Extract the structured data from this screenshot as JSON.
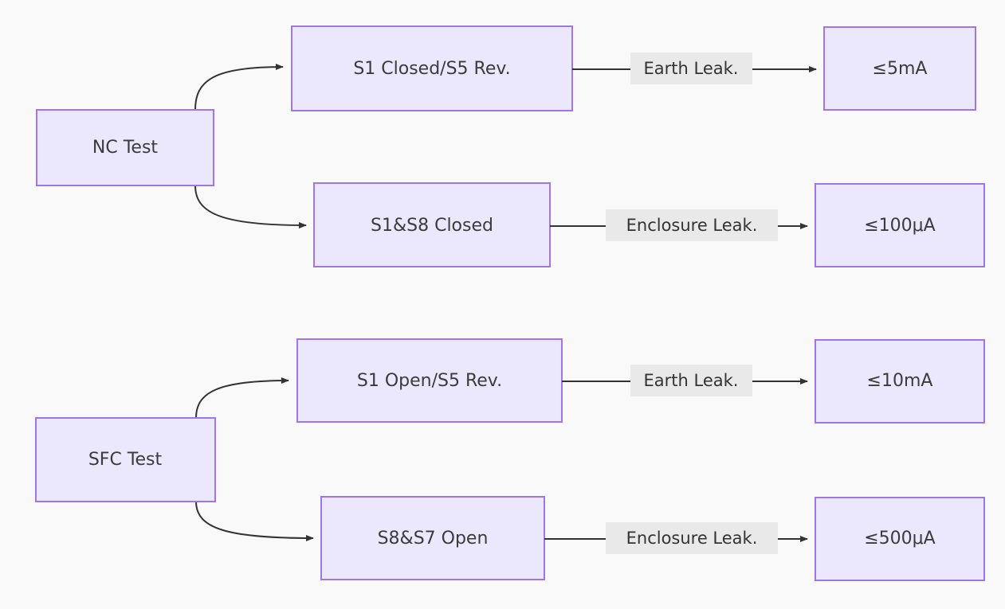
{
  "diagram": {
    "type": "flowchart",
    "direction": "left-to-right",
    "background_color": "#f9f9f9",
    "node_fill_color": "#ebe8fd",
    "node_border_color": "#9d77e8",
    "edge_color": "#333333",
    "edge_label_bg_color": "#e9e9e9",
    "branches": [
      {
        "id": "nc",
        "root": {
          "id": "nc-test",
          "label": "NC Test"
        },
        "rows": [
          {
            "id": "nc-row-1",
            "condition": {
              "id": "s1-closed-s5-rev",
              "label": "S1 Closed/S5 Rev."
            },
            "edge_label": "Earth Leak.",
            "result": {
              "id": "limit-5ma",
              "label": "≤5mA"
            }
          },
          {
            "id": "nc-row-2",
            "condition": {
              "id": "s1-s8-closed",
              "label": "S1&S8 Closed"
            },
            "edge_label": "Enclosure Leak.",
            "result": {
              "id": "limit-100ua",
              "label": "≤100μA"
            }
          }
        ]
      },
      {
        "id": "sfc",
        "root": {
          "id": "sfc-test",
          "label": "SFC Test"
        },
        "rows": [
          {
            "id": "sfc-row-1",
            "condition": {
              "id": "s1-open-s5-rev",
              "label": "S1 Open/S5 Rev."
            },
            "edge_label": "Earth Leak.",
            "result": {
              "id": "limit-10ma",
              "label": "≤10mA"
            }
          },
          {
            "id": "sfc-row-2",
            "condition": {
              "id": "s8-s7-open",
              "label": "S8&S7 Open"
            },
            "edge_label": "Enclosure Leak.",
            "result": {
              "id": "limit-500ua",
              "label": "≤500μA"
            }
          }
        ]
      }
    ]
  }
}
